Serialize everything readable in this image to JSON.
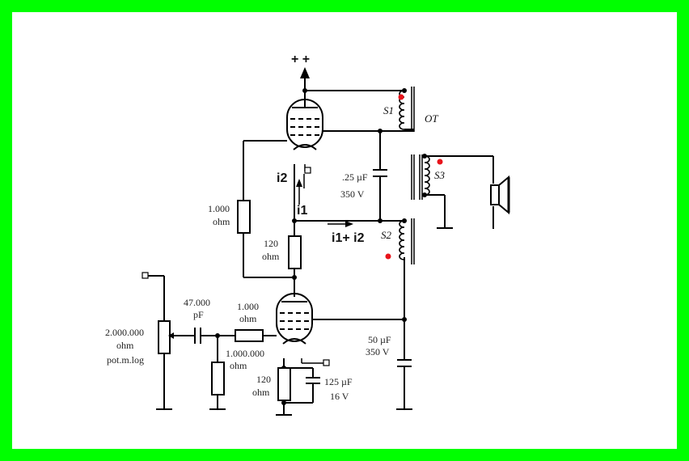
{
  "supply": {
    "label": "+ +"
  },
  "transformer": {
    "label": "OT",
    "windings": [
      "S1",
      "S2",
      "S3"
    ],
    "dot_color": "#e8141b"
  },
  "labels": {
    "cap_top_value": ".25 µF",
    "cap_top_voltage": "350  V",
    "r_feedback_value": "1.000",
    "r_feedback_unit": "ohm",
    "r_mid_value": "120",
    "r_mid_unit": "ohm",
    "pot_value": "2.000.000",
    "pot_unit": "ohm",
    "pot_type": "pot.m.log",
    "cap_coupling_value": "47.000",
    "cap_coupling_unit": "pF",
    "r_grid_stop_value": "1.000",
    "r_grid_stop_unit": "ohm",
    "r_grid_leak_value": "1.000.000",
    "r_grid_leak_unit": "ohm",
    "cap_right_value": "50  µF",
    "cap_right_voltage": "350  V",
    "r_cathode_value": "120",
    "r_cathode_unit": "ohm",
    "cap_cathode_value": "125  µF",
    "cap_cathode_voltage": "16  V"
  },
  "currents": {
    "i2": "i2",
    "i1": "i1",
    "i1_plus_i2": "i1+ i2"
  },
  "colors": {
    "border": "#00ff00",
    "background": "#ffffff",
    "ink": "#000000"
  }
}
